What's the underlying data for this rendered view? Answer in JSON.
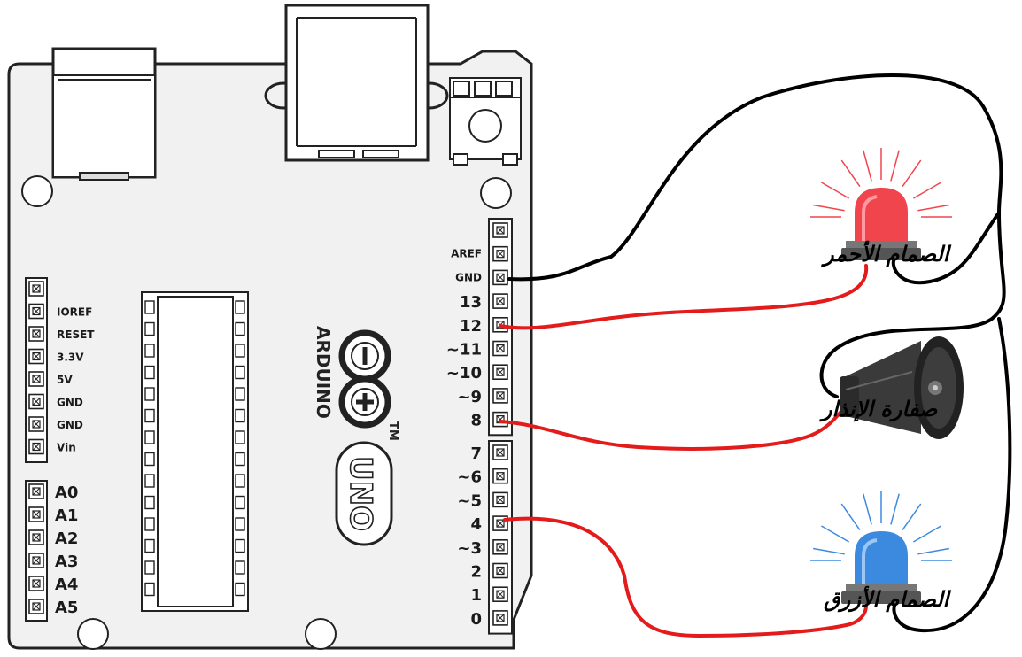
{
  "board": {
    "brand": "ARDUINO",
    "model": "UNO",
    "trademark": "TM"
  },
  "left_header": {
    "power_pins": [
      "IOREF",
      "RESET",
      "3.3V",
      "5V",
      "GND",
      "GND",
      "Vin"
    ],
    "analog_pins": [
      "A0",
      "A1",
      "A2",
      "A3",
      "A4",
      "A5"
    ]
  },
  "right_header": {
    "upper_pins": [
      "AREF",
      "GND",
      "13",
      "12",
      "~11",
      "~10",
      "~9",
      "8"
    ],
    "lower_pins": [
      "7",
      "~6",
      "~5",
      "4",
      "~3",
      "2",
      "1",
      "0"
    ]
  },
  "components": {
    "red_valve": "الصمام الأحمر",
    "siren": "صفارة الإنذار",
    "blue_valve": "الصمام الأزرق"
  },
  "colors": {
    "wire_signal": "#e31b1b",
    "wire_ground": "#000000",
    "red_lamp": "#f0454c",
    "blue_lamp": "#3c8ae0",
    "lamp_base": "#555555",
    "board_fill": "#f1f1f1",
    "board_stroke": "#222222"
  }
}
